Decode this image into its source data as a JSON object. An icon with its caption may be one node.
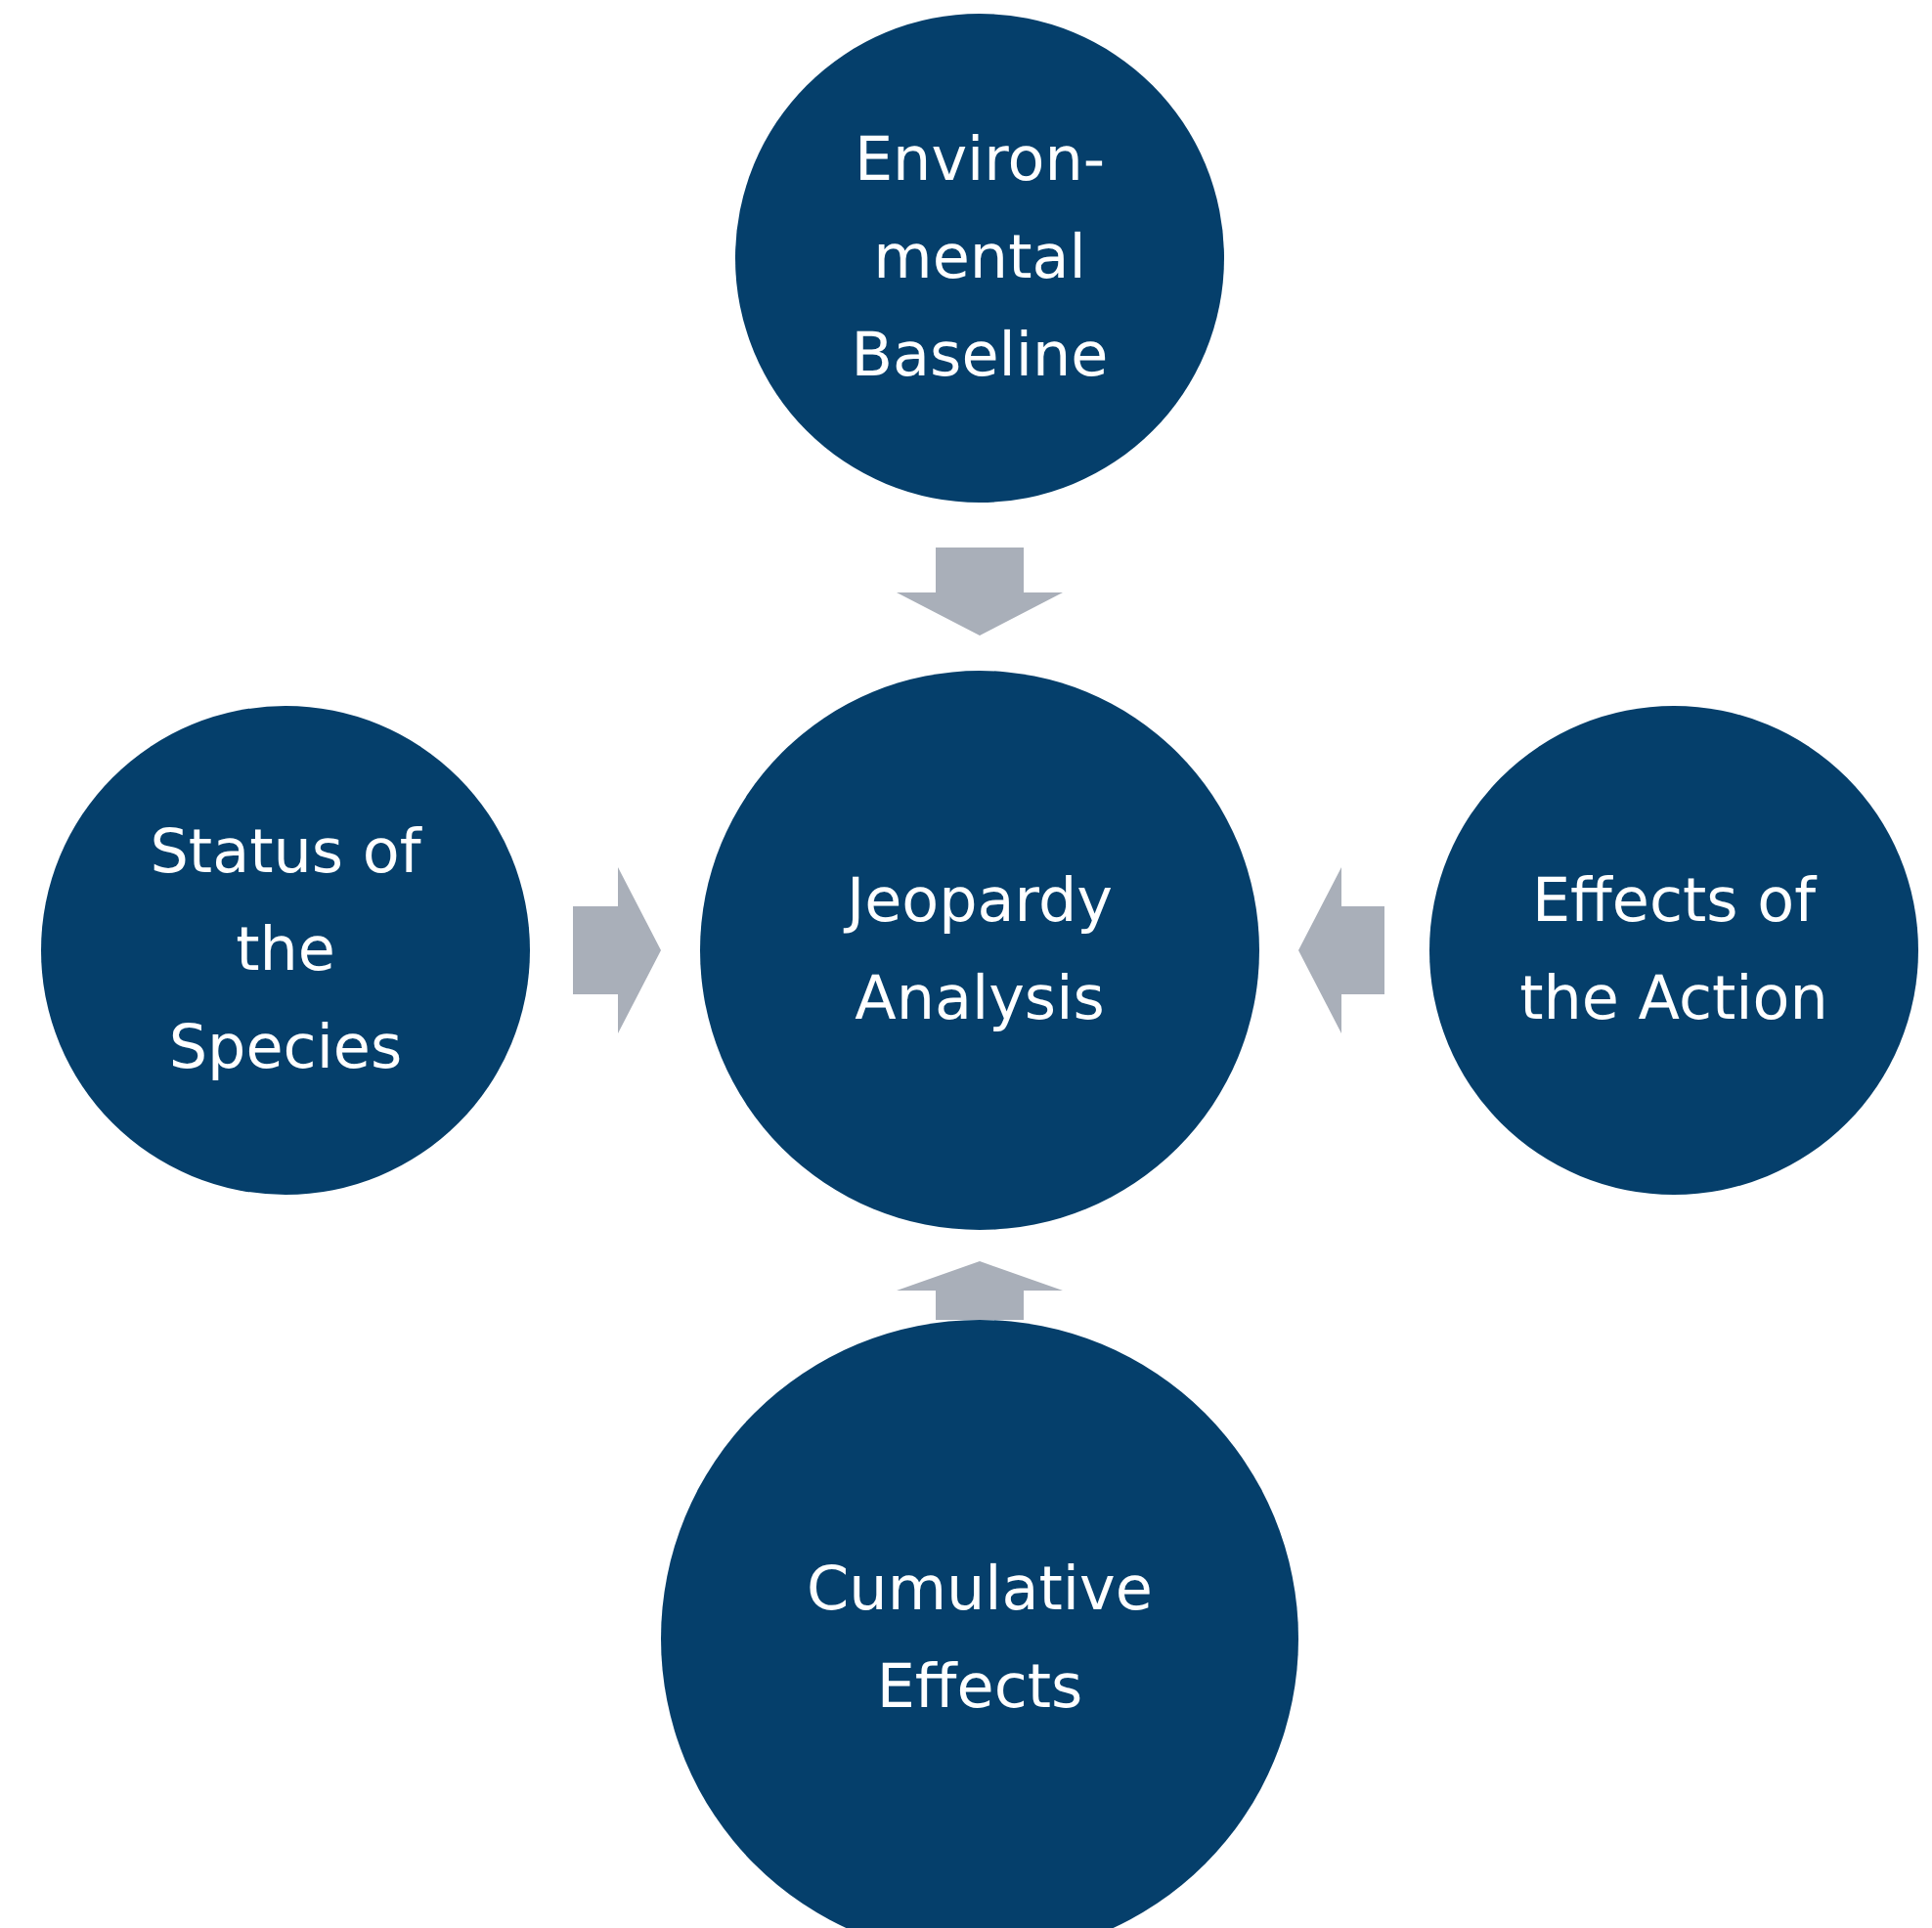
{
  "diagram": {
    "nodes": [
      {
        "text": [
          "Environ- mental Baseline"
        ]
      },
      {
        "text": [
          "Status of the Species"
        ]
      },
      {
        "text": [
          "Jeopardy Analysis"
        ]
      },
      {
        "text": [
          "Effects of the Action"
        ]
      },
      {
        "text": [
          "Cumulative Effects"
        ]
      }
    ],
    "edges": [
      {
        "from": 0,
        "to": 2,
        "arrow": "to"
      },
      {
        "from": 1,
        "to": 2,
        "arrow": "to"
      },
      {
        "from": 3,
        "to": 2,
        "arrow": "to"
      },
      {
        "from": 4,
        "to": 2,
        "arrow": "to"
      }
    ]
  }
}
